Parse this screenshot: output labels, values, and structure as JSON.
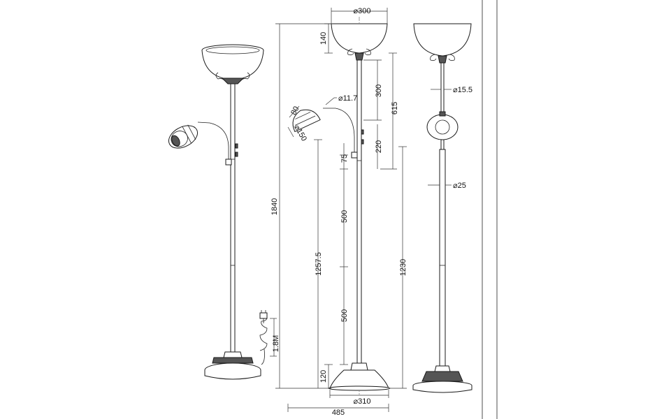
{
  "drawing": {
    "colors": {
      "line": "#1a1a1a",
      "background": "#ffffff"
    },
    "side_view_labels": {
      "shade_diameter": "⌀300",
      "shade_height": "140",
      "total_height": "1840",
      "upper_pole": "300",
      "upper_section": "615",
      "reading_neck": "⌀11.7",
      "reading_depth": "80",
      "reading_diameter": "⌀150",
      "switch_section": "220",
      "switch_offset": "75",
      "pole_segment_1": "500",
      "pole_segment_2": "500",
      "reading_height": "1257.5",
      "pole_length": "1230",
      "base_height": "120",
      "base_diameter": "⌀310",
      "overall_width": "485"
    },
    "front_view_labels": {
      "pole_diameter_upper": "⌀15.5",
      "pole_diameter_lower": "⌀25"
    },
    "cable_label": "1.8M"
  }
}
